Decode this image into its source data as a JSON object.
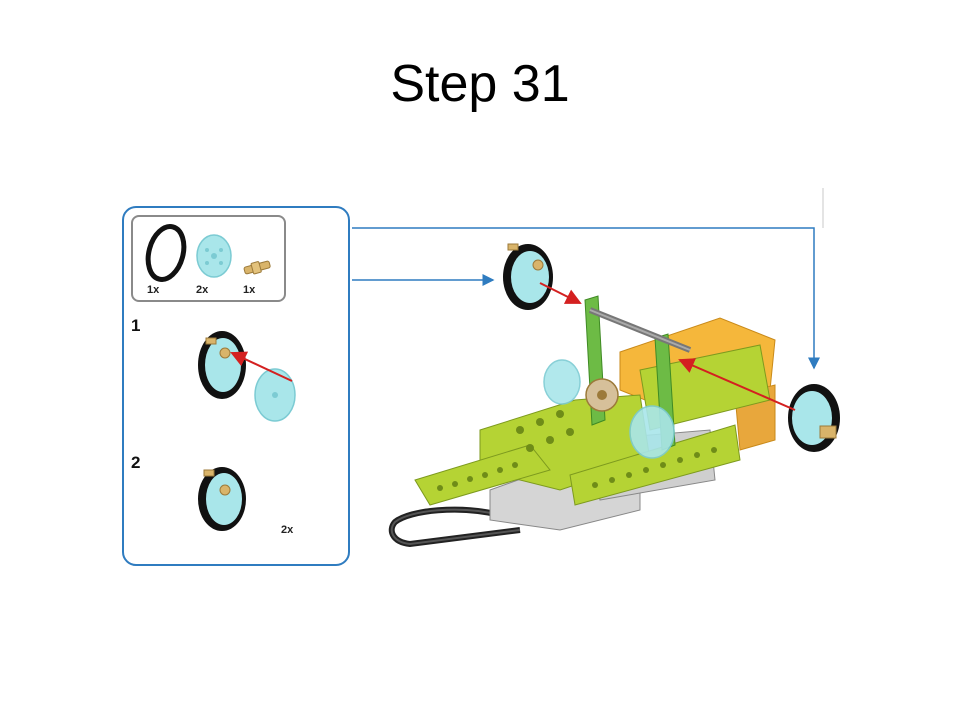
{
  "title": "Step 31",
  "parts": [
    {
      "name": "tire",
      "qty": "1x"
    },
    {
      "name": "wheel-hub",
      "qty": "2x"
    },
    {
      "name": "axle-pin",
      "qty": "1x"
    }
  ],
  "substeps": [
    {
      "number": "1"
    },
    {
      "number": "2",
      "multiplier": "2x"
    }
  ],
  "colors": {
    "panel_border": "#2f7cc0",
    "arrow": "#d42020",
    "brick_lime": "#b5d334",
    "brick_green": "#6dbb45",
    "brick_orange": "#f5b73b",
    "wheel_hub": "#a9e6ea",
    "tire": "#111111"
  }
}
